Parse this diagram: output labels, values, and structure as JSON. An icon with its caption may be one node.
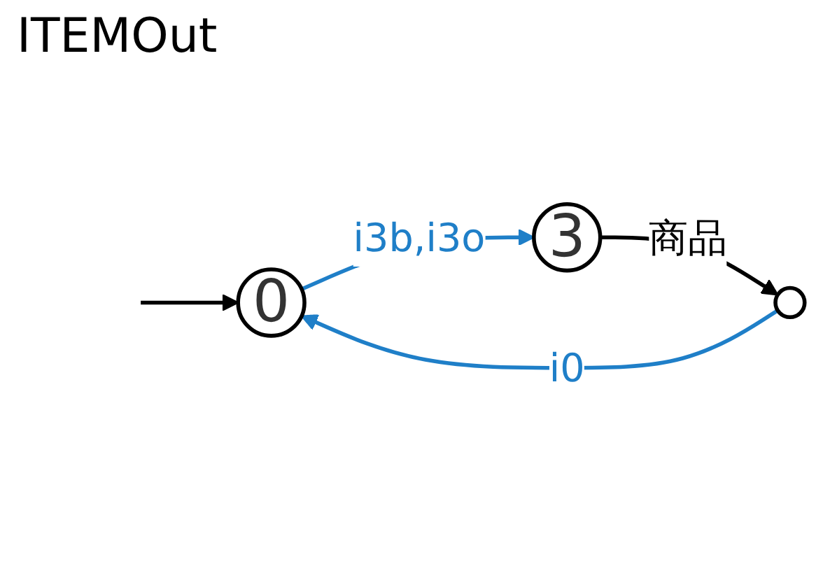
{
  "diagram": {
    "title": "ITEMOut",
    "nodes": [
      {
        "text": [
          "0"
        ]
      },
      {
        "text": [
          "3"
        ]
      },
      {
        "text": [],
        "shape": "circle"
      }
    ],
    "edges": [
      {
        "from": null,
        "to": 0,
        "arrow": "to"
      },
      {
        "from": 0,
        "to": 1,
        "arrow": "to",
        "label": "i3b,i3o",
        "color": "#1f7fc8"
      },
      {
        "from": 1,
        "to": 2,
        "arrow": "to",
        "label": "商品"
      },
      {
        "from": 2,
        "to": 0,
        "arrow": "to",
        "label": "i0",
        "color": "#1f7fc8"
      }
    ]
  }
}
